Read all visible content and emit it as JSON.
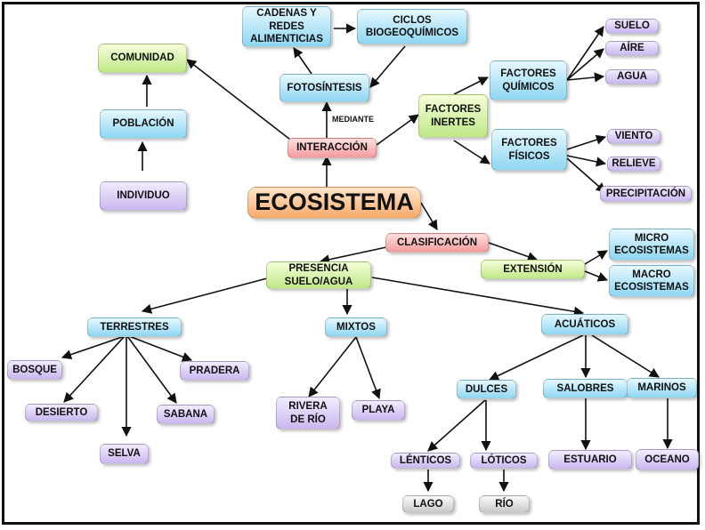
{
  "diagram": {
    "nodes": {
      "ecosistema": "ECOSISTEMA",
      "interaccion": "INTERACCIÓN",
      "fotosintesis": "FOTOSÍNTESIS",
      "cadenas": "CADENAS Y\nREDES\nALIMENTICIAS",
      "ciclos": "CICLOS\nBIOGEOQUÍMICOS",
      "comunidad": "COMUNIDAD",
      "poblacion": "POBLACIÓN",
      "individuo": "INDIVIDUO",
      "factores_inertes": "FACTORES\nINERTES",
      "factores_quimicos": "FACTORES\nQUÍMICOS",
      "factores_fisicos": "FACTORES\nFÍSICOS",
      "suelo": "SUELO",
      "aire": "AÍRE",
      "agua": "AGUA",
      "viento": "VIENTO",
      "relieve": "RELIEVE",
      "precipitacion": "PRECIPITACIÓN",
      "clasificacion": "CLASIFICACIÓN",
      "extension": "EXTENSIÓN",
      "micro": "MICRO\nECOSISTEMAS",
      "macro": "MACRO\nECOSISTEMAS",
      "presencia": "PRESENCIA\nSUELO/AGUA",
      "terrestres": "TERRESTRES",
      "mixtos": "MIXTOS",
      "acuaticos": "ACUÁTICOS",
      "bosque": "BOSQUE",
      "pradera": "PRADERA",
      "desierto": "DESIERTO",
      "sabana": "SABANA",
      "selva": "SELVA",
      "rivera": "RIVERA\nDE RÍO",
      "playa": "PLAYA",
      "dulces": "DULCES",
      "salobres": "SALOBRES",
      "marinos": "MARINOS",
      "lenticos": "LÉNTICOS",
      "loticos": "LÓTICOS",
      "estuario": "ESTUARIO",
      "oceano": "OCEANO",
      "lago": "LAGO",
      "rio": "RÍO"
    },
    "edge_labels": {
      "mediante": "MEDIANTE"
    }
  }
}
